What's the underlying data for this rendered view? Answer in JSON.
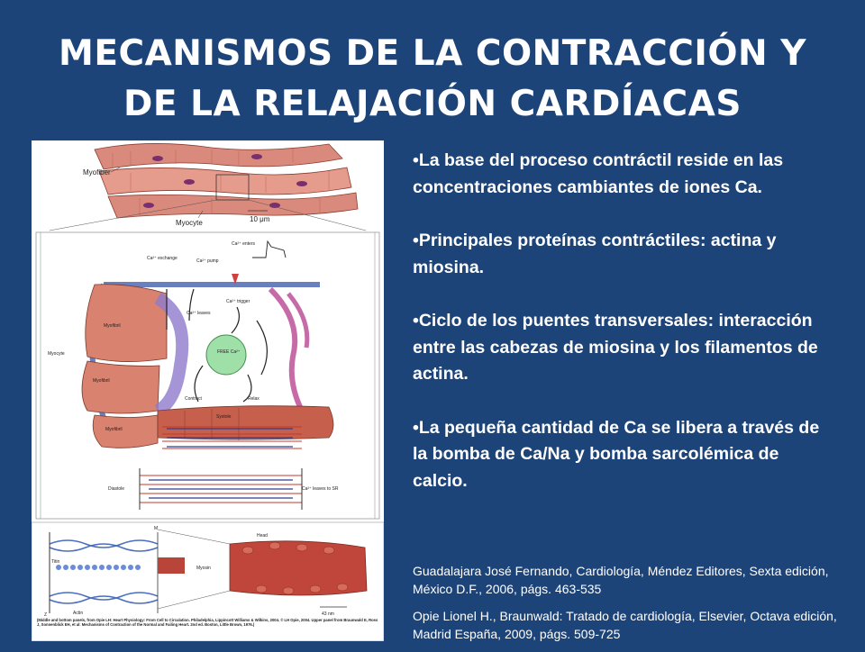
{
  "title": {
    "line1": "MECANISMOS DE LA CONTRACCIÓN Y",
    "line2": "DE LA RELAJACIÓN CARDÍACAS"
  },
  "bullets": [
    "•La base del proceso contráctil reside en las concentraciones cambiantes de iones Ca.",
    "•Principales proteínas contráctiles: actina y miosina.",
    "•Ciclo de los puentes transversales: interacción entre las cabezas de miosina y los filamentos de actina.",
    "•La pequeña cantidad de Ca se libera a través de la bomba de Ca/Na y bomba sarcolémica de calcio."
  ],
  "references": [
    "Guadalajara José Fernando, Cardiología, Méndez Editores, Sexta edición, México D.F., 2006, págs. 463-535",
    "Opie Lionel H., Braunwald: Tratado de cardiología, Elsevier, Octava edición, Madrid España, 2009, págs. 509-725"
  ],
  "figure": {
    "labels": {
      "myofiber": "Myofiber",
      "myocyte_top": "Myocyte",
      "scale": "10 μm",
      "ca_exchange": "Ca²⁺ exchange",
      "ca_pump": "Ca²⁺ pump",
      "ca_enters": "Ca²⁺ enters",
      "ca_leaves": "Ca²⁺ leaves",
      "ca_trigger": "Ca²⁺ trigger",
      "free_ca": "FREE Ca²⁺",
      "myofibril": "Myofibril",
      "myocyte_mid": "Myocyte",
      "contract": "Contract",
      "relax": "Relax",
      "systole": "Systole",
      "diastole": "Diastole",
      "ca_leaves_sr": "Ca²⁺ leaves to SR",
      "titin": "Titin",
      "actin": "Actin",
      "myosin": "Myosin",
      "head": "Head",
      "nm43": "43 nm",
      "z": "Z",
      "m": "M",
      "credit": "(Middle and bottom panels, from Opie LH: Heart Physiology: From Cell to Circulation. Philadelphia, Lippincott Williams & Wilkins, 2004. © LH Opie, 2004. Upper panel from Braunwald E, Ross J, Sonnenblick EH, et al: Mechanisms of Contraction of the Normal and Failing Heart. 2nd ed. Boston, Little Brown, 1976.)"
    }
  }
}
